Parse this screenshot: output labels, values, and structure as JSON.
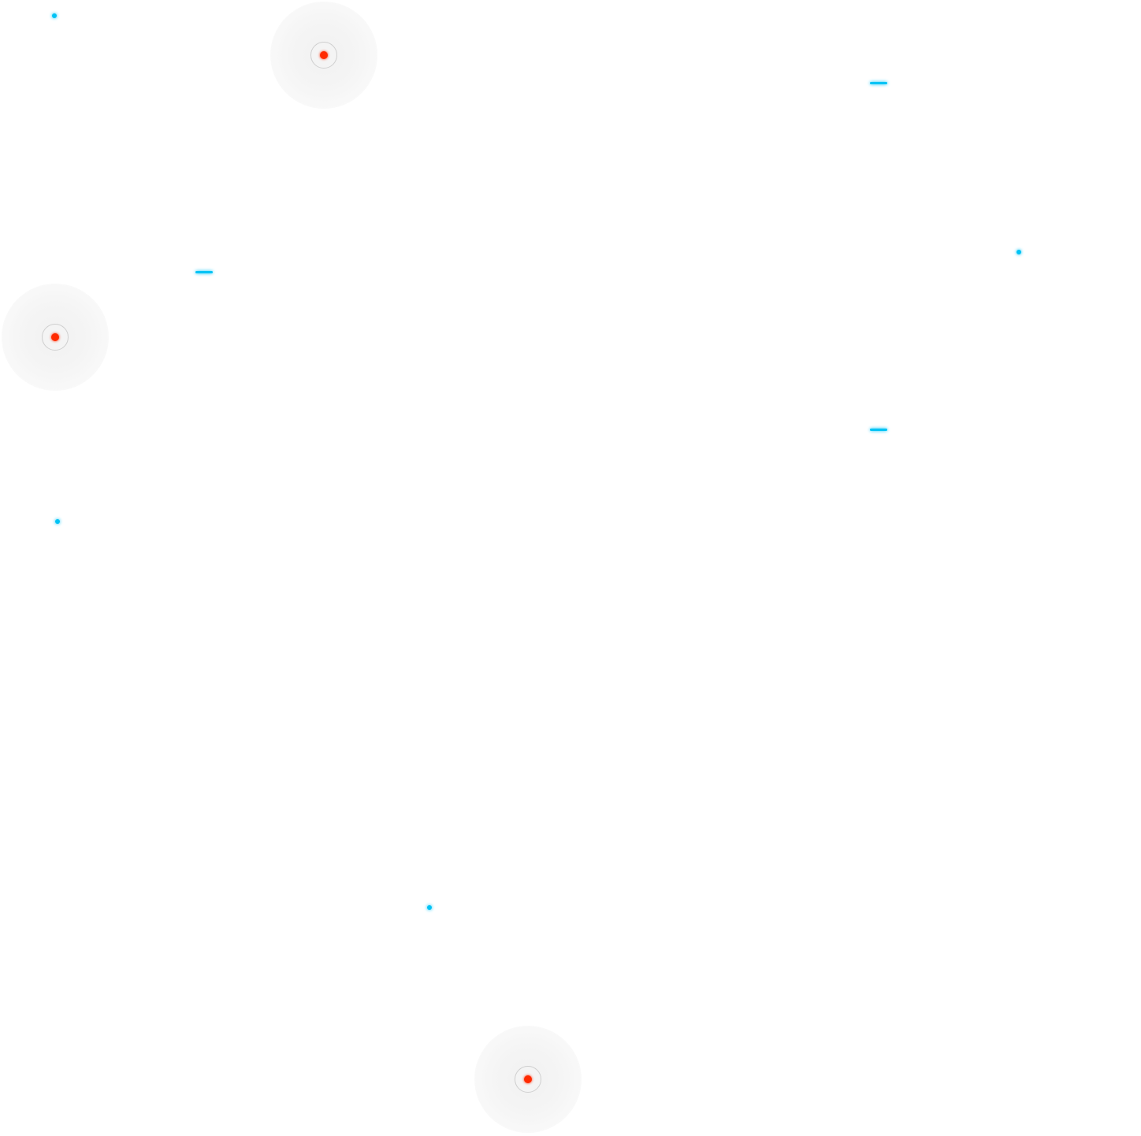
{
  "colors": {
    "background": "#ffffff",
    "target_core": "#ff2a00",
    "marker": "#00c3f5"
  },
  "targets": [
    {
      "icon": "target-icon"
    },
    {
      "icon": "target-icon"
    },
    {
      "icon": "target-icon"
    }
  ],
  "markers": [
    {
      "shape": "dot"
    },
    {
      "shape": "dash"
    },
    {
      "shape": "dot"
    },
    {
      "shape": "dash"
    },
    {
      "shape": "dash"
    },
    {
      "shape": "dot"
    },
    {
      "shape": "dot"
    }
  ]
}
